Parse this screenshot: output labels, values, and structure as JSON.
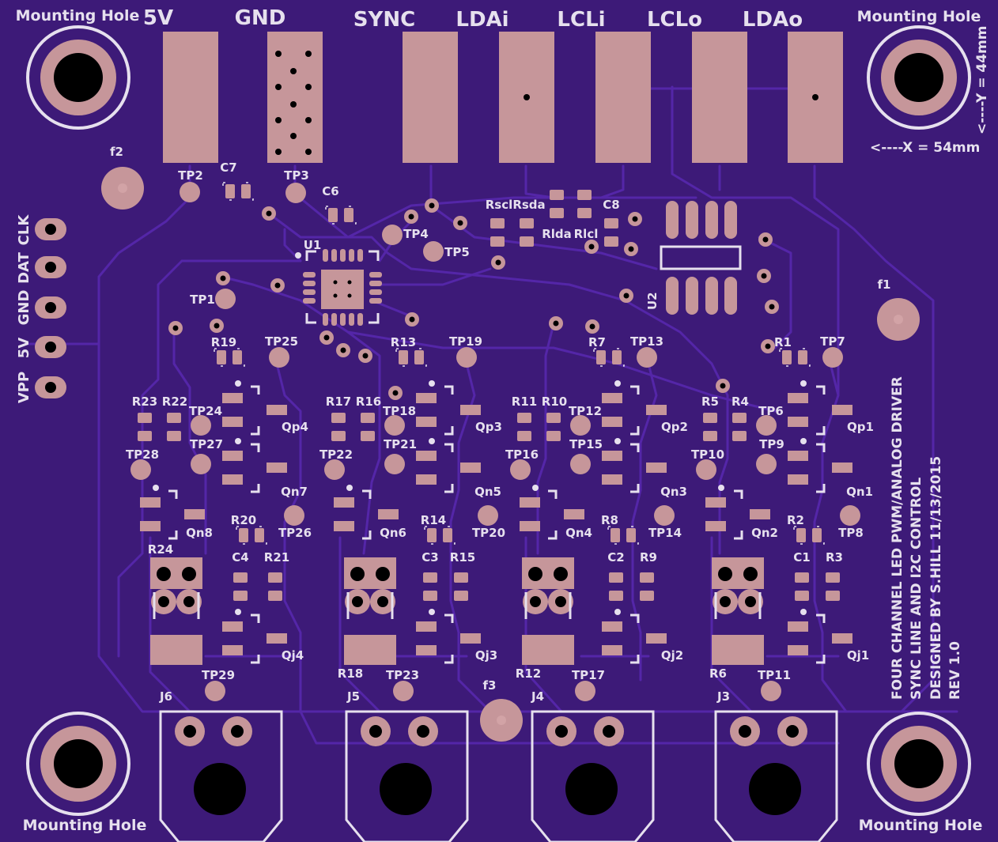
{
  "board": {
    "board_color": "#3d1a78",
    "trace_color": "#5426a8",
    "copper_color": "#c6969a",
    "silk_color": "#e6e0ee"
  },
  "mounting": [
    "Mounting Hole",
    "Mounting Hole",
    "Mounting Hole",
    "Mounting Hole"
  ],
  "connectors": {
    "v5": "5V",
    "gnd": "GND",
    "sync": "SYNC",
    "ldai": "LDAi",
    "lcli": "LCLi",
    "lclo": "LCLo",
    "ldao": "LDAo"
  },
  "dims": {
    "y": "<----Y = 44mm",
    "x": "<----X = 54mm"
  },
  "prog_header": [
    "CLK",
    "DAT",
    "GND",
    "5V",
    "VPP"
  ],
  "fiducials": {
    "f1": "f1",
    "f2": "f2",
    "f3": "f3"
  },
  "top_parts": {
    "tp2": "TP2",
    "tp3": "TP3",
    "c7": "C7",
    "c6": "C6",
    "tp4": "TP4",
    "tp5": "TP5",
    "u1": "U1",
    "tp1": "TP1",
    "u2": "U2",
    "rscl": "Rscl",
    "rsda": "Rsda",
    "rlda": "Rlda",
    "rlcl": "Rlcl",
    "c8": "C8"
  },
  "channels": [
    {
      "r_top": "R19",
      "tp_top": "TP25",
      "qp": "Qp4",
      "ra": "R23",
      "rb": "R22",
      "tp_a": "TP24",
      "tp_b": "TP27",
      "tp_c": "TP28",
      "qn_a": "Qn7",
      "qn_b": "Qn8",
      "r_mid": "R20",
      "tp_mid": "TP26",
      "r_big": "R24",
      "c": "C4",
      "r_small": "R21",
      "qj": "Qj4",
      "tp_bot": "TP29",
      "j": "J6",
      "r_bot": ""
    },
    {
      "r_top": "R13",
      "tp_top": "TP19",
      "qp": "Qp3",
      "ra": "R17",
      "rb": "R16",
      "tp_a": "TP18",
      "tp_b": "TP21",
      "tp_c": "TP22",
      "qn_a": "Qn5",
      "qn_b": "Qn6",
      "r_mid": "R14",
      "tp_mid": "TP20",
      "r_big": "",
      "c": "C3",
      "r_small": "R15",
      "qj": "Qj3",
      "tp_bot": "TP23",
      "j": "J5",
      "r_bot": "R18"
    },
    {
      "r_top": "R7",
      "tp_top": "TP13",
      "qp": "Qp2",
      "ra": "R11",
      "rb": "R10",
      "tp_a": "TP12",
      "tp_b": "TP15",
      "tp_c": "TP16",
      "qn_a": "Qn3",
      "qn_b": "Qn4",
      "r_mid": "R8",
      "tp_mid": "TP14",
      "r_big": "",
      "c": "C2",
      "r_small": "R9",
      "qj": "Qj2",
      "tp_bot": "TP17",
      "j": "J4",
      "r_bot": "R12"
    },
    {
      "r_top": "R1",
      "tp_top": "TP7",
      "qp": "Qp1",
      "ra": "R5",
      "rb": "R4",
      "tp_a": "TP6",
      "tp_b": "TP9",
      "tp_c": "TP10",
      "qn_a": "Qn1",
      "qn_b": "Qn2",
      "r_mid": "R2",
      "tp_mid": "TP8",
      "r_big": "",
      "c": "C1",
      "r_small": "R3",
      "qj": "Qj1",
      "tp_bot": "TP11",
      "j": "J3",
      "r_bot": "R6"
    }
  ],
  "notes": [
    "FOUR CHANNEL LED PWM/ANALOG DRIVER",
    "SYNC LINE AND I2C CONTROL",
    "DESIGNED BY S.HILL 11/13/2015",
    "REV 1.0"
  ]
}
